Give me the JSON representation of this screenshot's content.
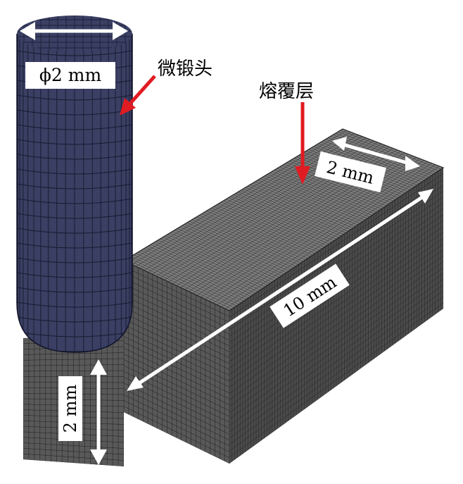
{
  "labels": {
    "tool_diameter": "ϕ2 mm",
    "tool_name": "微锻头",
    "cladding_layer": "熔覆层",
    "block_width": "2 mm",
    "block_length": "10 mm",
    "block_height": "2 mm"
  },
  "colors": {
    "tool_fill": "#3a3f63",
    "tool_grid": "#161a30",
    "block_top": "#7d7d7d",
    "block_front": "#595959",
    "block_side": "#4b4b4b",
    "mesh_line": "#1f1f1f",
    "pointer_arrow": "#e11b22",
    "dimension_arrow": "#ffffff"
  }
}
